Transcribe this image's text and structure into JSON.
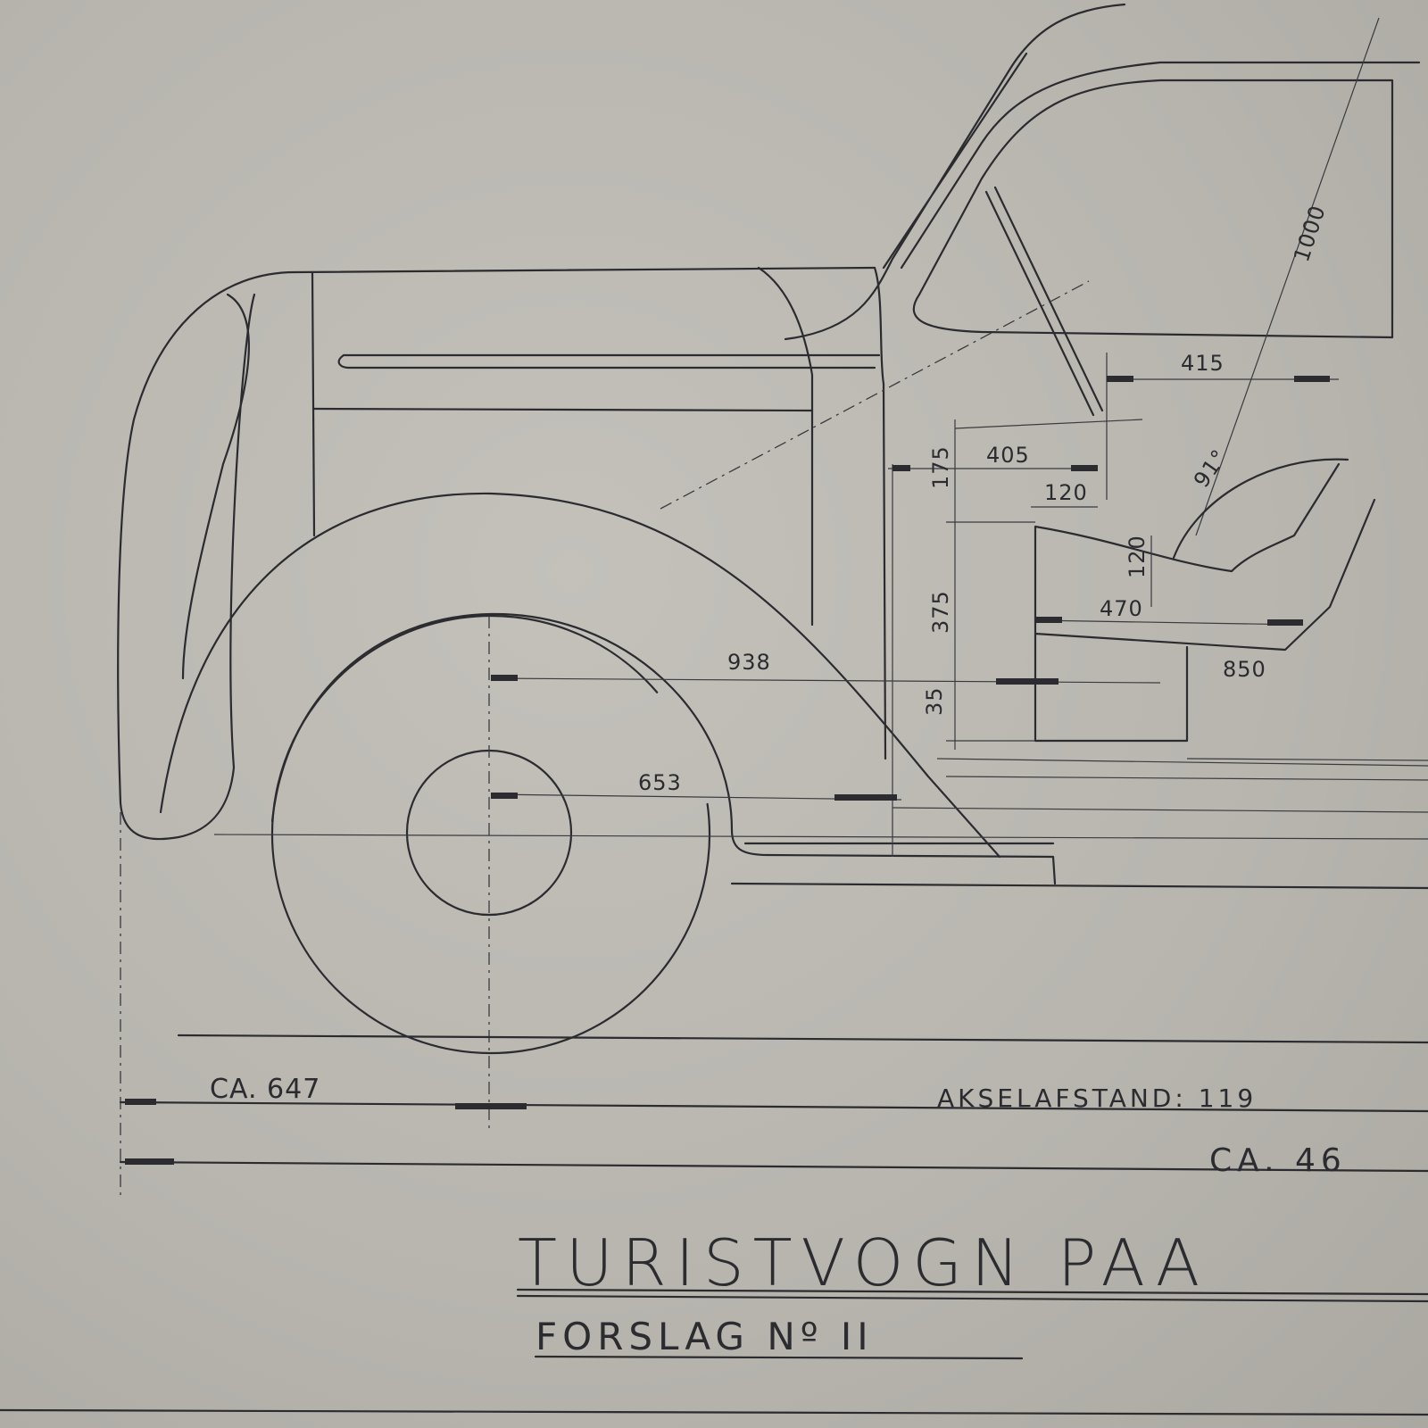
{
  "drawing": {
    "title": "TURISTVOGN PAA",
    "subtitle": "FORSLAG Nº II",
    "colors": {
      "paper": "#b9b7b0",
      "ink": "#2b2b30"
    },
    "dimensions": {
      "diag_1000": "1000",
      "d415": "415",
      "d175": "175",
      "d405": "405",
      "d120_top": "120",
      "angle": "91°",
      "d120_side": "120",
      "d375": "375",
      "d470": "470",
      "d850": "850",
      "d938": "938",
      "d35": "35",
      "d653": "653",
      "front_overhang": "CA. 647",
      "wheelbase": "AKSELAFSTAND: 119",
      "overall": "CA. 46"
    }
  }
}
